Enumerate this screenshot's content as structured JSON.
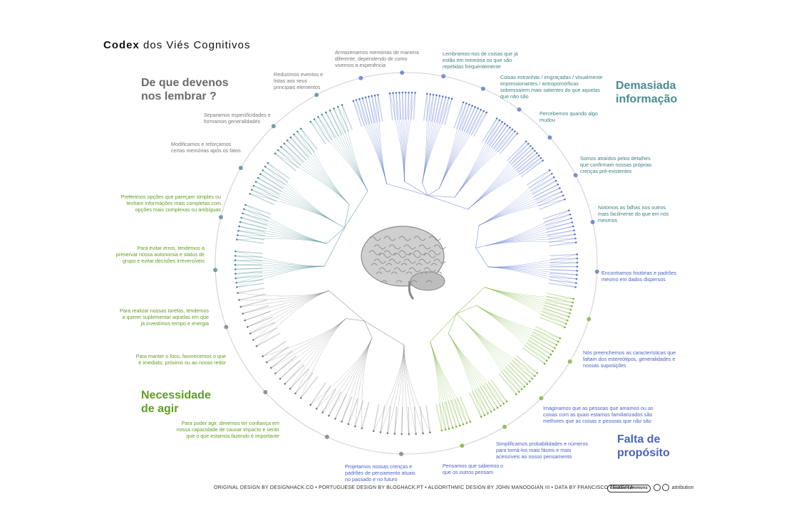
{
  "title": {
    "bold": "Codex",
    "rest": " dos Viés Cognitivos"
  },
  "quadrants": {
    "remember": [
      "De que devenos",
      "nos lembrar ?"
    ],
    "info": [
      "Demasiada",
      "informação"
    ],
    "act": [
      "Necessidade",
      "de agir"
    ],
    "meaning": [
      "Falta de",
      "propósito"
    ]
  },
  "captions": [
    {
      "id": "c1",
      "lines": [
        "Armazenamos memórias de maneira",
        "diferente, dependendo de como",
        "vivemos a experiência"
      ],
      "color": "gray"
    },
    {
      "id": "c2",
      "lines": [
        "Reduzimos eventos e",
        "listas aos seus",
        "principais elementos"
      ],
      "color": "gray"
    },
    {
      "id": "c3",
      "lines": [
        "Separamos especificidades e",
        "formamos generalidades"
      ],
      "color": "gray"
    },
    {
      "id": "c4",
      "lines": [
        "Modificamos e reforçamos",
        "certas memórias após os fatos"
      ],
      "color": "gray"
    },
    {
      "id": "c5",
      "lines": [
        "Lembramos-nos de coisas que já",
        "estão em memória ou que são",
        "repetidas frequentemente"
      ],
      "color": "teal"
    },
    {
      "id": "c6",
      "lines": [
        "Coisas estranhas / engraçadas / visualmente",
        "impressionantes / antropomórficas",
        "sobressaíem mais salientes do que aquelas",
        "que não são"
      ],
      "color": "teal"
    },
    {
      "id": "c7",
      "lines": [
        "Percebemos quando algo",
        "mudou"
      ],
      "color": "teal"
    },
    {
      "id": "c8",
      "lines": [
        "Somos atraídos pelos detalhes",
        "que confirmam nossas próprias",
        "crenças pré-existentes"
      ],
      "color": "teal"
    },
    {
      "id": "c9",
      "lines": [
        "Notomos as falhas nos outros",
        "mais facilmente do que em nós",
        "mesmos"
      ],
      "color": "teal"
    },
    {
      "id": "c10",
      "lines": [
        "Encontramos histórias e padrões",
        "mesmo em dados dispersos"
      ],
      "color": "blue"
    },
    {
      "id": "c11",
      "lines": [
        "Nós preenchemos as características que",
        "faltam dos estereótipos, generalidades e",
        "nossas suposições"
      ],
      "color": "blue"
    },
    {
      "id": "c12",
      "lines": [
        "Imaginamos que as pessoas que amamos ou as",
        "coisas com as quais estamos familiarizados são",
        "melhores que as coisas e pessoas que não são"
      ],
      "color": "blue"
    },
    {
      "id": "c13",
      "lines": [
        "Simplificamos probabilidades e números",
        "para torná-los mais fáceis e mais",
        "acessíveis ao nosso pensamento"
      ],
      "color": "blue"
    },
    {
      "id": "c14",
      "lines": [
        "Pensamos que sabemos o",
        "que os outros pensam"
      ],
      "color": "blue"
    },
    {
      "id": "c15",
      "lines": [
        "Projetamos nossas crenças e",
        "padrões de pensamento atuais",
        "no passado e no futuro"
      ],
      "color": "blue"
    },
    {
      "id": "c16",
      "lines": [
        "Preferimos opções que pareçam simples ou",
        "tenham informações mais completas com",
        "opções mais complexas ou ambíguas"
      ],
      "color": "green"
    },
    {
      "id": "c17",
      "lines": [
        "Para evitar erros, tendemos a",
        "preservar nossa autonomia e status de",
        "grupo e evitar decisões irreversíveis"
      ],
      "color": "green"
    },
    {
      "id": "c18",
      "lines": [
        "Para realizar nossas tarefas, tendemos",
        "a querer suplementar aquelas em que",
        "já investimos tempo e energia"
      ],
      "color": "green"
    },
    {
      "id": "c19",
      "lines": [
        "Para manter o foco, favorecemos o que",
        "é imediato, próximo ou ao nosso redor"
      ],
      "color": "green"
    },
    {
      "id": "c20",
      "lines": [
        "Para poder agir, devemos ter confiança em",
        "nossa capacidade de causar impacto e sentir",
        "que o que estamos fazendo é importante"
      ],
      "color": "green"
    }
  ],
  "footer": "ORIGINAL DESIGN BY DESIGNHACK.CO • PORTUGUESE DESIGN BY BLOGHACK.PT • ALGORITHMIC DESIGN BY JOHN MANOOGIAN III • DATA BY FRANCISCO TEIXEIRA",
  "license": {
    "logo": "creative commons",
    "text": "attribution"
  },
  "colors": {
    "gray": "#7a7a7a",
    "teal": "#4a8c90",
    "green": "#7ab33a",
    "blue": "#5a74cf",
    "ring": "#cfcfcf"
  },
  "icons": [
    "brain-illustration",
    "creative-commons-icon",
    "by-icon",
    "cc-icon"
  ]
}
